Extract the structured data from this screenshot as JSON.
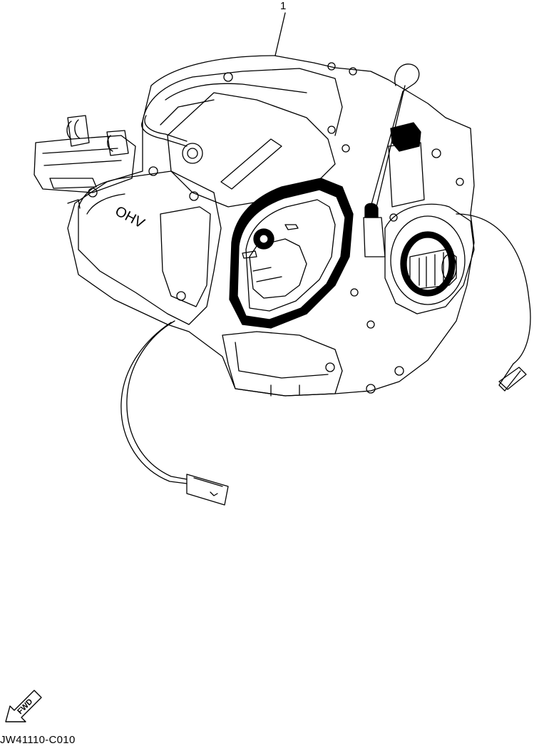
{
  "diagram": {
    "callout_number": "1",
    "engine_emblem": "OHV",
    "fwd_arrow_label": "FWD",
    "part_code": "JW41110-C010"
  }
}
